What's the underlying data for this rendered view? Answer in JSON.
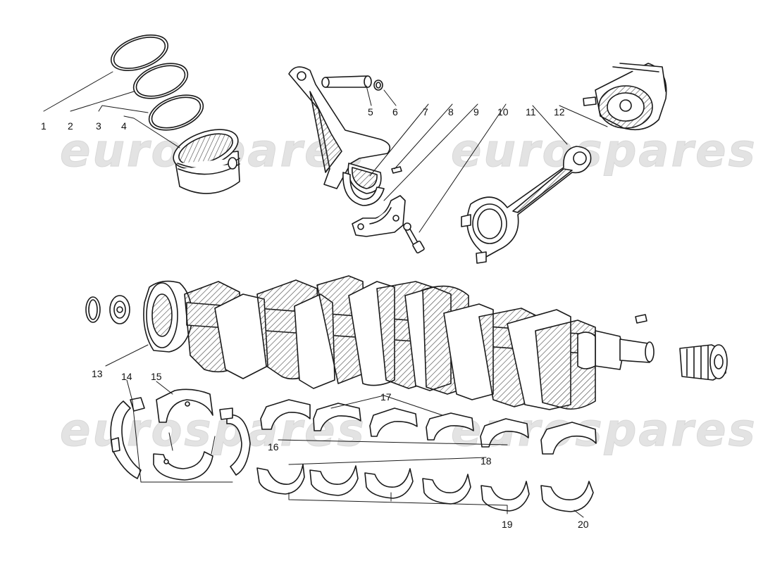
{
  "watermark": "eurospares",
  "callouts": [
    "1",
    "2",
    "3",
    "4",
    "5",
    "6",
    "7",
    "8",
    "9",
    "10",
    "11",
    "12",
    "13",
    "14",
    "15",
    "16",
    "17",
    "18",
    "19",
    "20"
  ],
  "colors": {
    "line": "#1a1a1a",
    "hatch": "#444444",
    "watermark": "#e3e3e3"
  }
}
